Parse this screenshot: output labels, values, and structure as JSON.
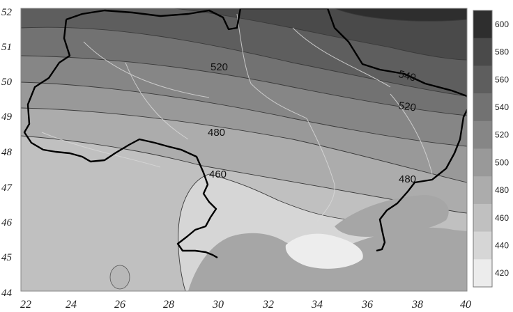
{
  "map": {
    "y_axis_labels": [
      "52",
      "51",
      "50",
      "49",
      "48",
      "47",
      "46",
      "45",
      "44"
    ],
    "x_axis_labels": [
      "22",
      "24",
      "26",
      "28",
      "30",
      "32",
      "34",
      "36",
      "38",
      "40"
    ],
    "contour_labels": [
      "520",
      "540",
      "520",
      "480",
      "460",
      "480"
    ]
  },
  "legend": {
    "levels": [
      "600",
      "580",
      "560",
      "540",
      "520",
      "500",
      "480",
      "460",
      "440",
      "420"
    ],
    "colors": [
      "#2e2e2e",
      "#4a4a4a",
      "#5e5e5e",
      "#727272",
      "#868686",
      "#999999",
      "#acacac",
      "#c0c0c0",
      "#d6d6d6",
      "#ececec"
    ]
  }
}
